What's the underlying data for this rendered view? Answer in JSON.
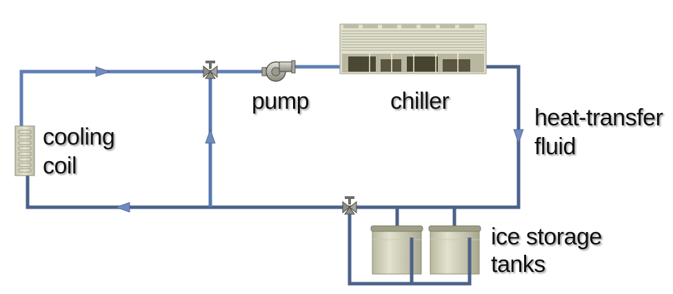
{
  "labels": {
    "pump": "pump",
    "chiller": "chiller",
    "fluid_line1": "heat-transfer",
    "fluid_line2": "fluid",
    "coil_line1": "cooling",
    "coil_line2": "coil",
    "tanks_line1": "ice storage",
    "tanks_line2": "tanks"
  },
  "colors": {
    "pipe": "#4b6289",
    "pipe_highlight": "#6f8bbf",
    "pipe_light": "#7fa0cc",
    "equipment": "#d7d6c2",
    "equipment_dark": "#3f3d2b",
    "valve": "#8e8e86",
    "arrow": "#5a73a6"
  },
  "icons": [
    "flow-arrow-icon",
    "three-way-valve-icon",
    "pump-icon",
    "chiller-icon",
    "cooling-coil-icon",
    "ice-tank-icon"
  ]
}
